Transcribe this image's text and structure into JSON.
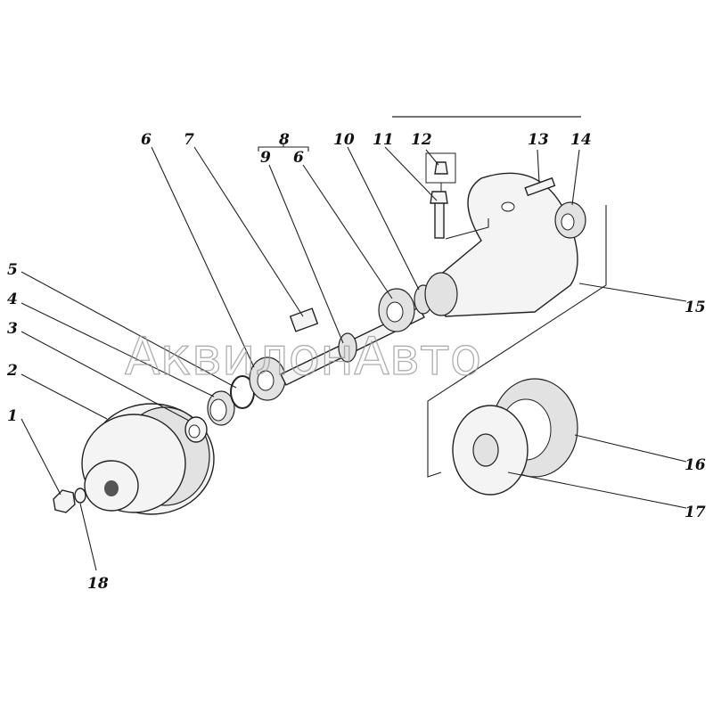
{
  "watermark": "АквилонАвто",
  "labels": {
    "l1": "1",
    "l2": "2",
    "l3": "3",
    "l4": "4",
    "l5": "5",
    "l6a": "6",
    "l7": "7",
    "l8": "8",
    "l9": "9",
    "l6b": "6",
    "l10": "10",
    "l11": "11",
    "l12": "12",
    "l13": "13",
    "l14": "14",
    "l15": "15",
    "l16": "16",
    "l17": "17",
    "l18": "18"
  }
}
